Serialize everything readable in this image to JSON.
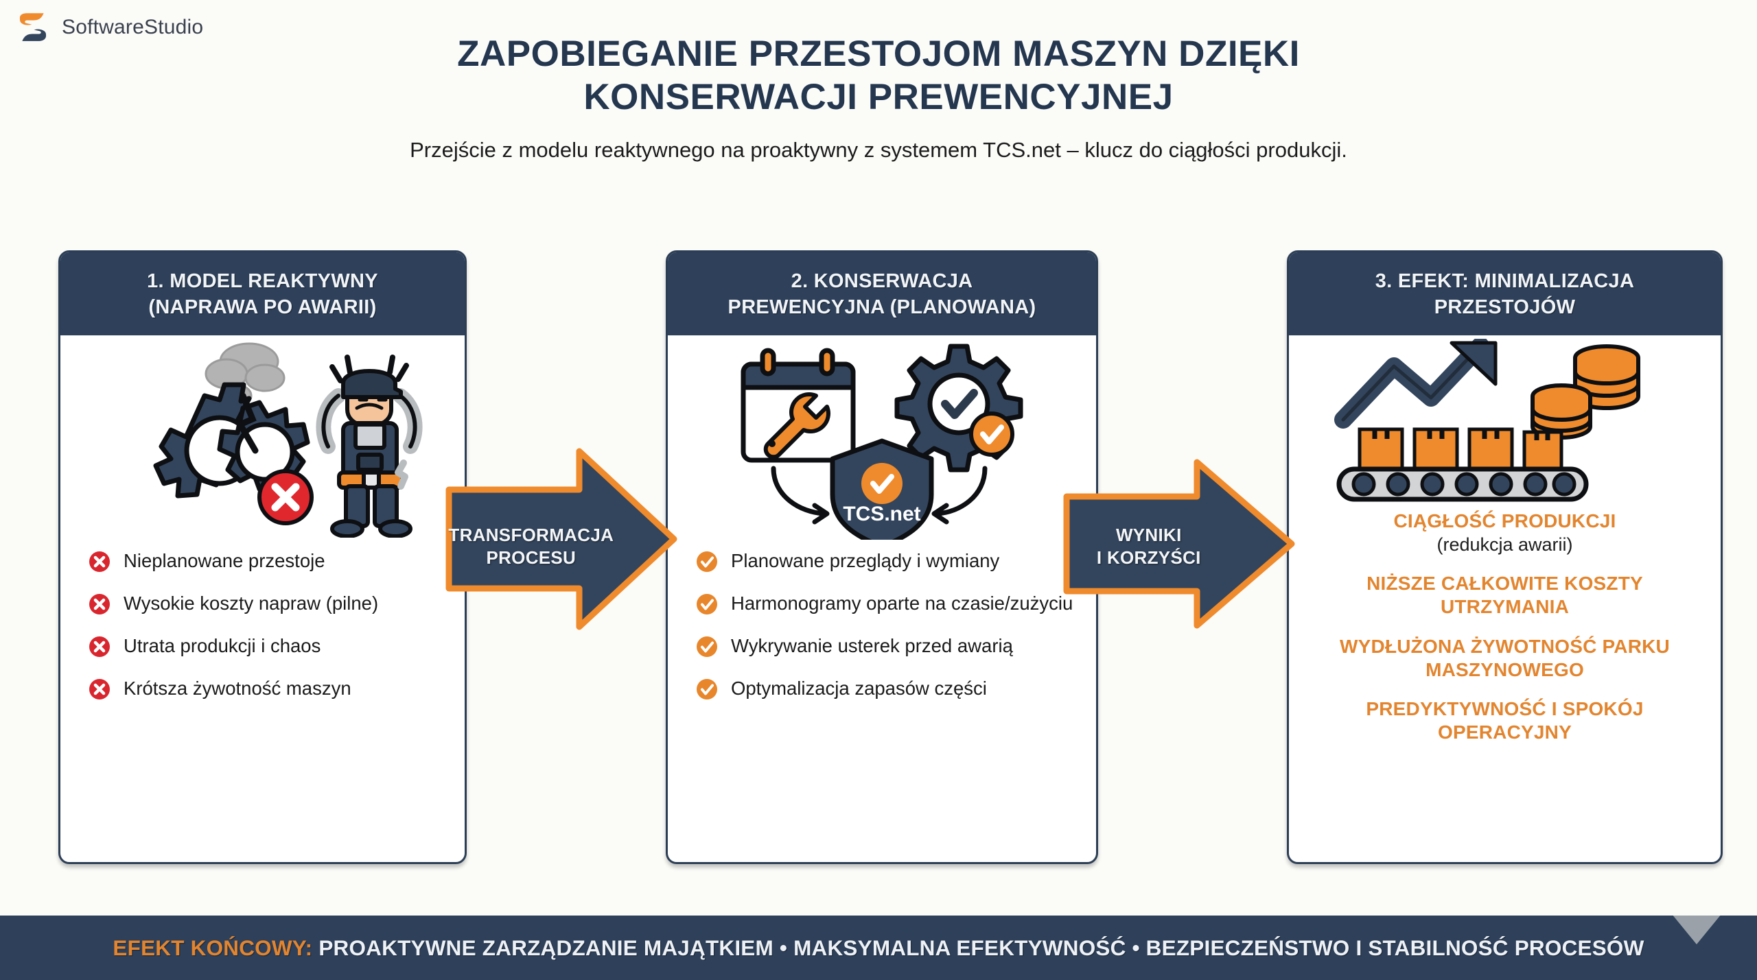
{
  "brand": {
    "logo_icon": "softwarestudio-s-logo",
    "name": "SoftwareStudio",
    "orange": "#ef8b2c",
    "navy": "#2e405a"
  },
  "header": {
    "title_line1": "ZAPOBIEGANIE PRZESTOJOM MASZYN DZIĘKI",
    "title_line2": "KONSERWACJI PREWENCYJNEJ",
    "subtitle": "Przejście z modelu reaktywnego na proaktywny z systemem TCS.net – klucz do ciągłości produkcji."
  },
  "cards": [
    {
      "header_line1": "1. MODEL REAKTYWNY",
      "header_line2": "(NAPRAWA PO AWARII)",
      "illustration": "broken-gear-smoke-frustrated-worker-icon",
      "bullet_icon": "red-x-circle-icon",
      "bullets": [
        "Nieplanowane przestoje",
        "Wysokie koszty napraw (pilne)",
        "Utrata produkcji i chaos",
        "Krótsza żywotność maszyn"
      ]
    },
    {
      "header_line1": "2. KONSERWACJA",
      "header_line2": "PREWENCYJNA (PLANOWANA)",
      "illustration": "calendar-wrench-gear-check-shield-icon",
      "shield_label": "TCS.net",
      "bullet_icon": "orange-check-circle-icon",
      "bullets": [
        "Planowane przeglądy i wymiany",
        "Harmonogramy oparte na czasie/zużyciu",
        "Wykrywanie usterek przed awarią",
        "Optymalizacja zapasów części"
      ]
    },
    {
      "header_line1": "3. EFEKT: MINIMALIZACJA",
      "header_line2": "PRZESTOJÓW",
      "illustration": "growth-arrow-coins-conveyor-boxes-icon",
      "benefits": [
        {
          "main": "CIĄGŁOŚĆ PRODUKCJI",
          "sub": "(redukcja awarii)"
        },
        {
          "main": "NIŻSZE CAŁKOWITE KOSZTY UTRZYMANIA",
          "sub": ""
        },
        {
          "main": "WYDŁUŻONA ŻYWOTNOŚĆ PARKU MASZYNOWEGO",
          "sub": ""
        },
        {
          "main": "PREDYKTYWNOŚĆ I SPOKÓJ OPERACYJNY",
          "sub": ""
        }
      ]
    }
  ],
  "arrows": [
    {
      "label_line1": "TRANSFORMACJA",
      "label_line2": "PROCESU",
      "icon": "right-arrow-icon"
    },
    {
      "label_line1": "WYNIKI",
      "label_line2": "I KORZYŚCI",
      "icon": "right-arrow-icon"
    }
  ],
  "footer": {
    "accent": "EFEKT KOŃCOWY:",
    "text": " PROAKTYWNE ZARZĄDZANIE MAJĄTKIEM • MAKSYMALNA EFEKTYWNOŚĆ • BEZPIECZEŃSTWO I STABILNOŚĆ PROCESÓW"
  }
}
